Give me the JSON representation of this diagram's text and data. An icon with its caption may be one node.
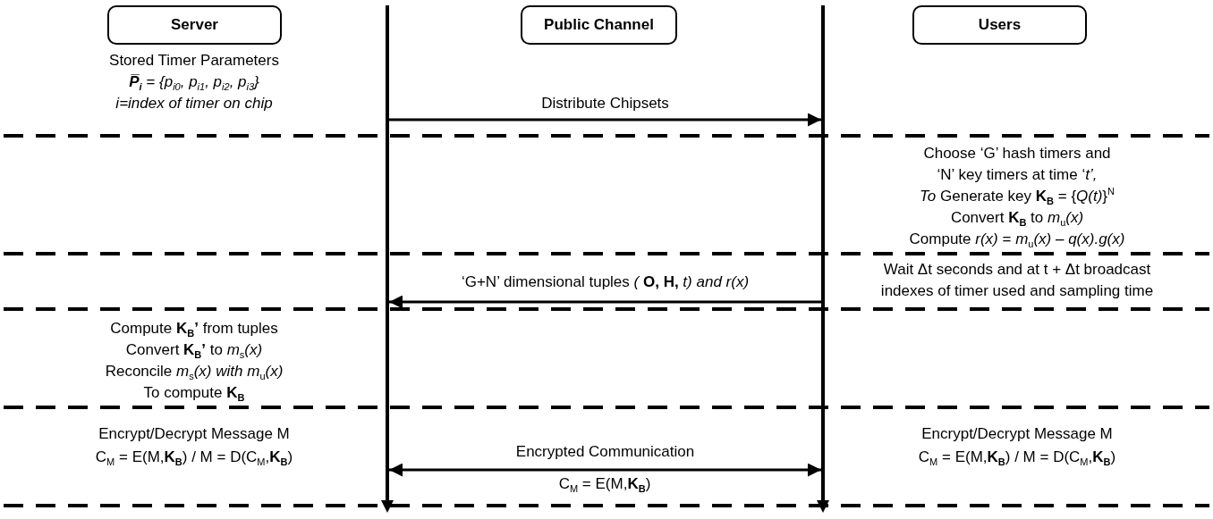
{
  "diagram": {
    "nodes": [
      {
        "text": [
          "Server"
        ]
      },
      {
        "text": [
          "Public Channel"
        ]
      },
      {
        "text": [
          "Users"
        ]
      },
      {
        "text": [],
        "shape": "bar"
      },
      {
        "text": [],
        "shape": "bar"
      }
    ],
    "edges": [
      {
        "from": 3,
        "to": 4,
        "arrow": "to",
        "label": "Distribute Chipsets"
      },
      {
        "from": 4,
        "to": 3,
        "arrow": "to",
        "label": "‘G+N’ dimensional tuples *(* **O, H,** *t) and r(x)*"
      },
      {
        "from": 3,
        "to": 4,
        "arrow": "both",
        "label": "Encrypted Communication"
      }
    ],
    "labels": [
      "Stored Timer Parameters",
      "**P̅$_{i}$** = {p$_{i0}$, p$_{i1}$, p$_{i2}$, p$_{i3}$}",
      "i=index of timer on chip",
      "Choose ‘G’ hash timers and",
      "‘N’ key timers at time ‘*t’,*",
      "*To* Generate key **K$_{B}$** = {*Q(t)*}$^{N}$",
      "Convert **K$_{B}$** to *m*$_{u}$*(x)*",
      "Compute *r(x)* = *m*$_{u}$*(x) – q(x).g(x)*",
      "Wait Δt seconds and at t + Δt broadcast",
      "indexes of timer used and sampling time",
      "Compute **K$_{B}$’** from tuples",
      "Convert **K$_{B}$’** to *m*$_{s}$*(x)*",
      "Reconcile *m*$_{s}$*(x) with m*$_{u}$*(x)*",
      "To compute **K$_{B}$**",
      "Encrypt/Decrypt Message M",
      "C$_{M}$ = E(M,**K$_{B}$**) /  M = D(C$_{M}$,**K$_{B}$**)",
      "C$_{M}$ = E(M,**K$_{B}$**)",
      "Encrypt/Decrypt Message M",
      "C$_{M}$ = E(M,**K$_{B}$**) /  M = D(C$_{M}$,**K$_{B}$**)"
    ]
  }
}
